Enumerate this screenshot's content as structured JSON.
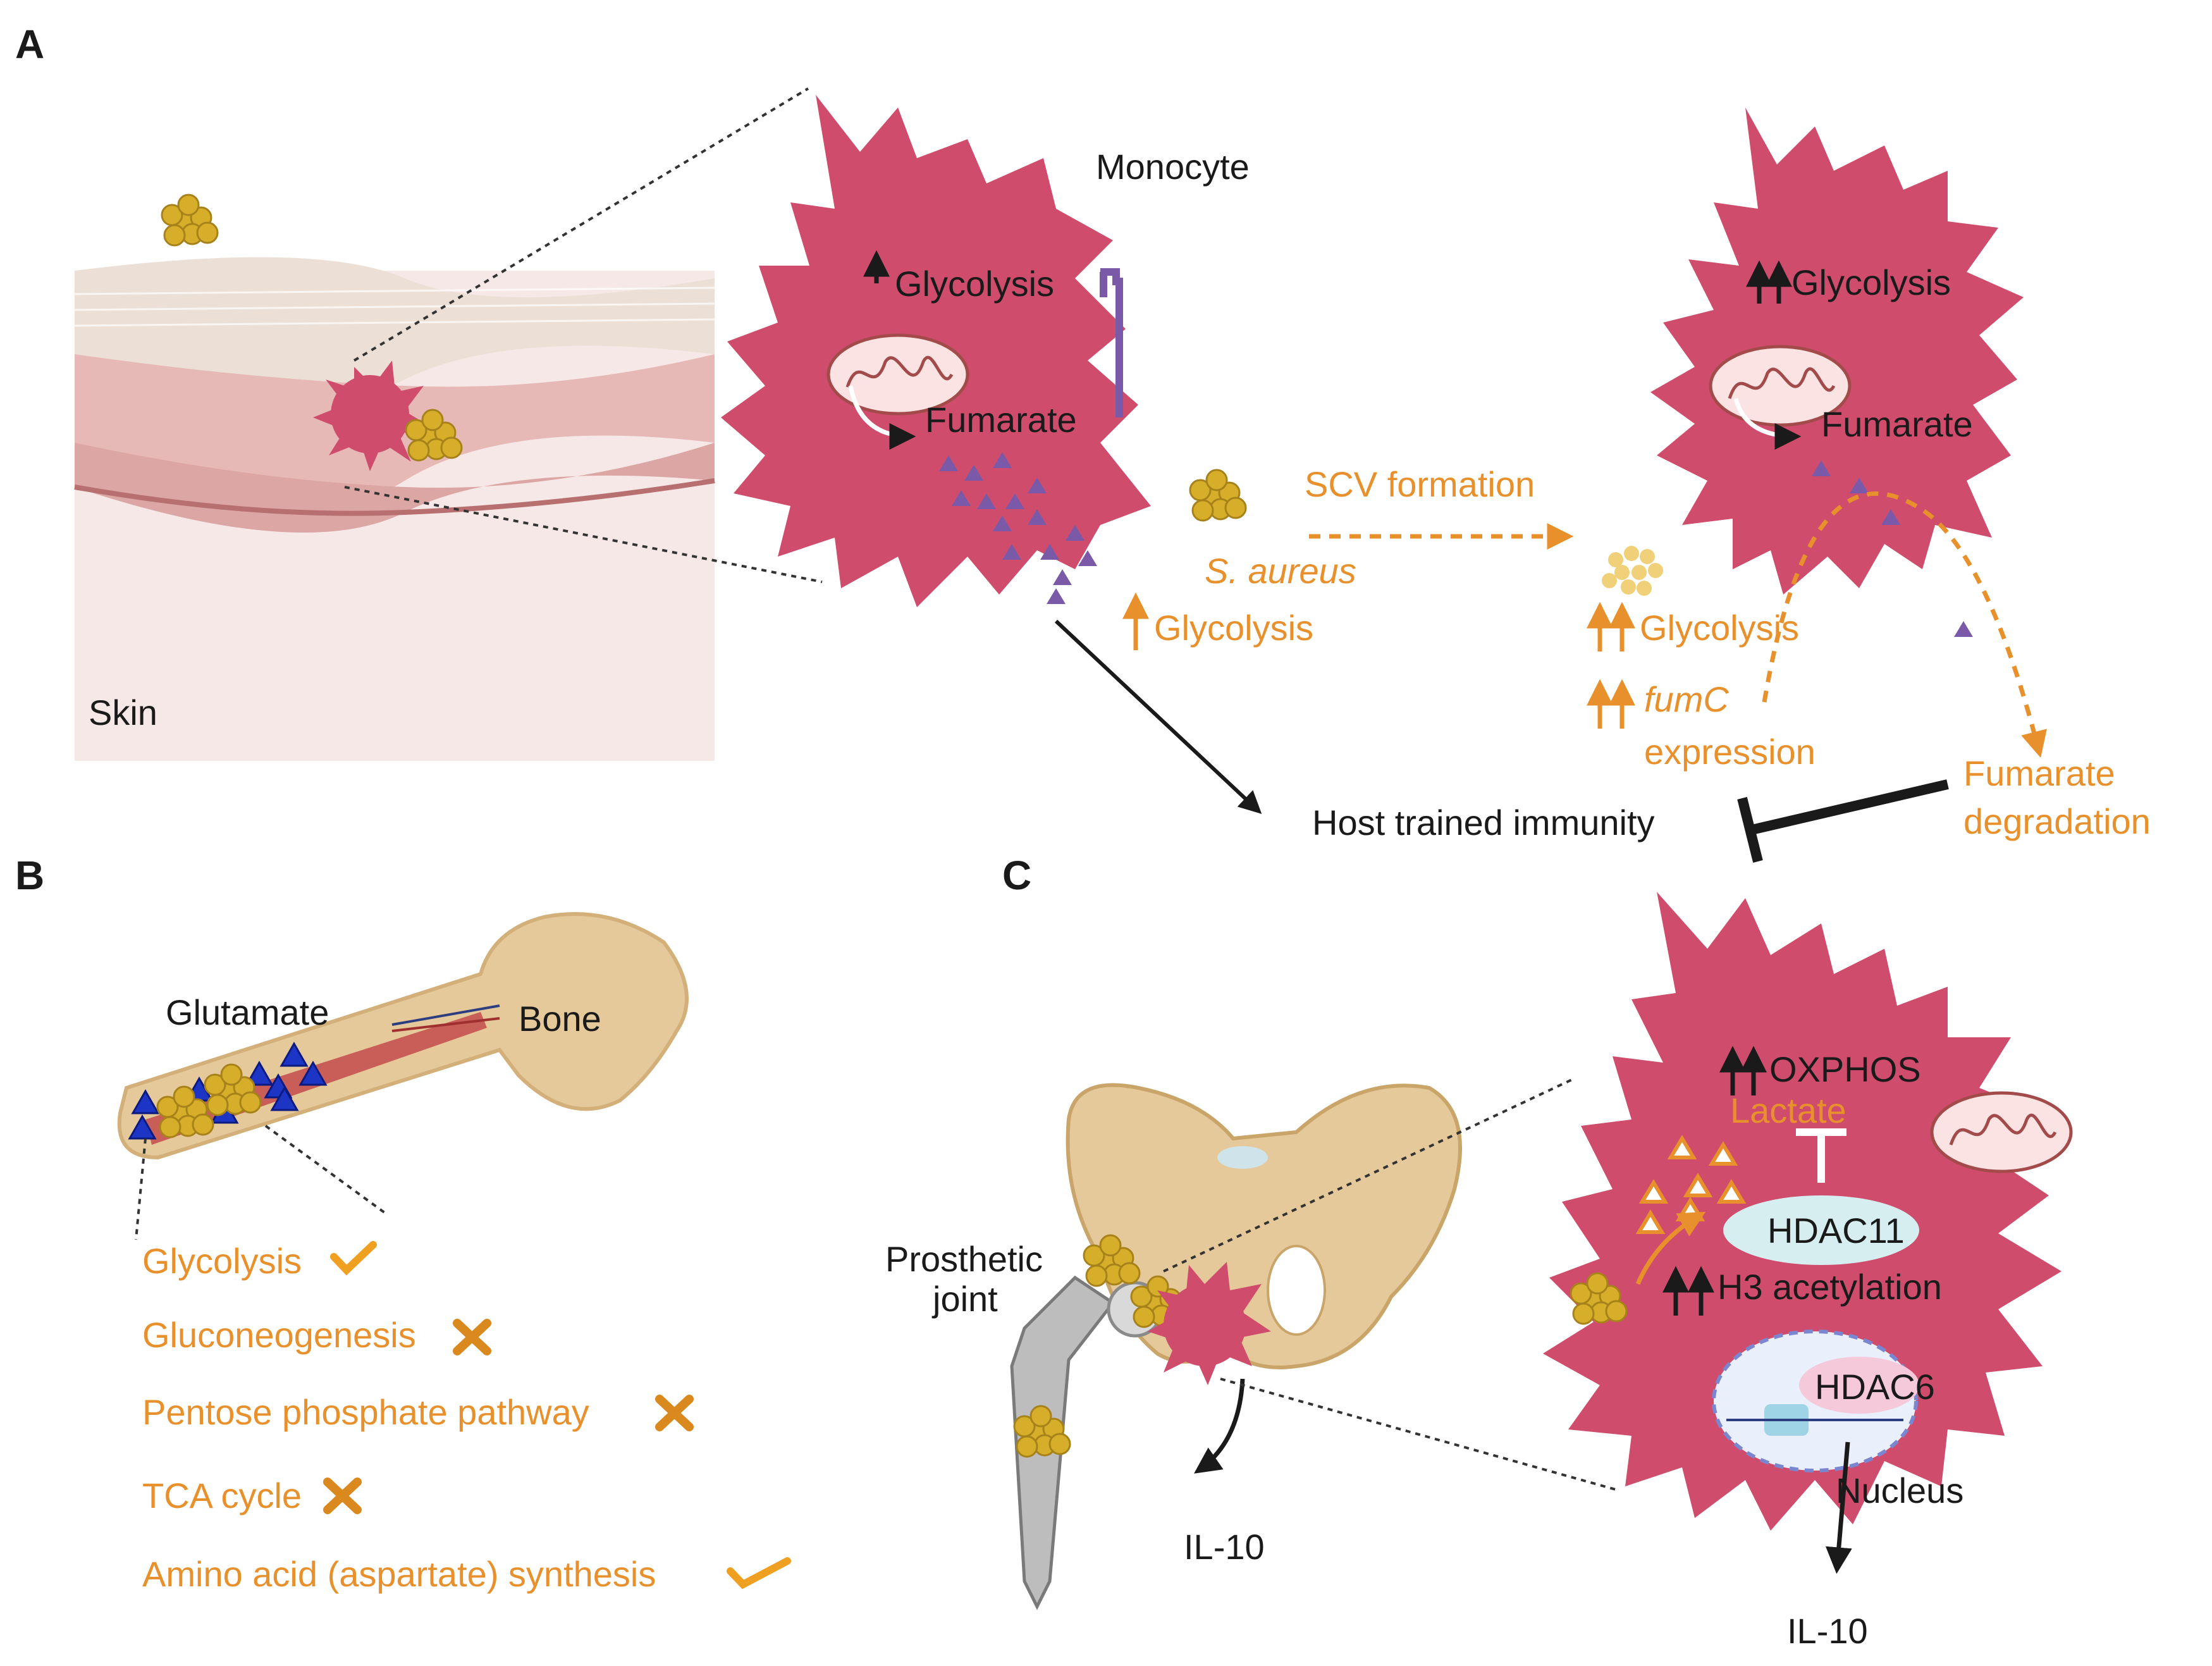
{
  "panels": {
    "a": "A",
    "b": "B",
    "c": "C"
  },
  "panel_a": {
    "skin": "Skin",
    "monocyte": "Monocyte",
    "glycolysis_host": "Glycolysis",
    "fumarate_left": "Fumarate",
    "s_aureus": "S. aureus",
    "glycolysis_bacteria": "Glycolysis",
    "scv_formation": "SCV formation",
    "glycolysis_host_right": "Glycolysis",
    "fumarate_right": "Fumarate",
    "glycolysis_scv": "Glycolysis",
    "fumc": "fumC",
    "expression": "expression",
    "fumarate_degradation_line1": "Fumarate",
    "fumarate_degradation_line2": "degradation",
    "host_trained_immunity": "Host trained immunity"
  },
  "panel_b": {
    "glutamate": "Glutamate",
    "bone": "Bone",
    "pathways": [
      {
        "label": "Glycolysis",
        "status": "check"
      },
      {
        "label": "Gluconeogenesis",
        "status": "cross"
      },
      {
        "label": "Pentose phosphate pathway",
        "status": "cross"
      },
      {
        "label": "TCA cycle",
        "status": "cross"
      },
      {
        "label": "Amino acid  (aspartate) synthesis",
        "status": "check"
      }
    ]
  },
  "panel_c": {
    "prosthetic_line1": "Prosthetic",
    "prosthetic_line2": "joint",
    "il10_left": "IL-10",
    "oxphos": "OXPHOS",
    "lactate": "Lactate",
    "hdac11": "HDAC11",
    "h3_acetylation": "H3 acetylation",
    "hdac6": "HDAC6",
    "nucleus": "Nucleus",
    "il10_right": "IL-10"
  },
  "colors": {
    "cell": "#cf4c6c",
    "orange": "#e8902b",
    "purple": "#7a5aa8",
    "blue": "#1d35c4",
    "bacteria": "#d6ae2a",
    "bone": "#e6c99a"
  }
}
